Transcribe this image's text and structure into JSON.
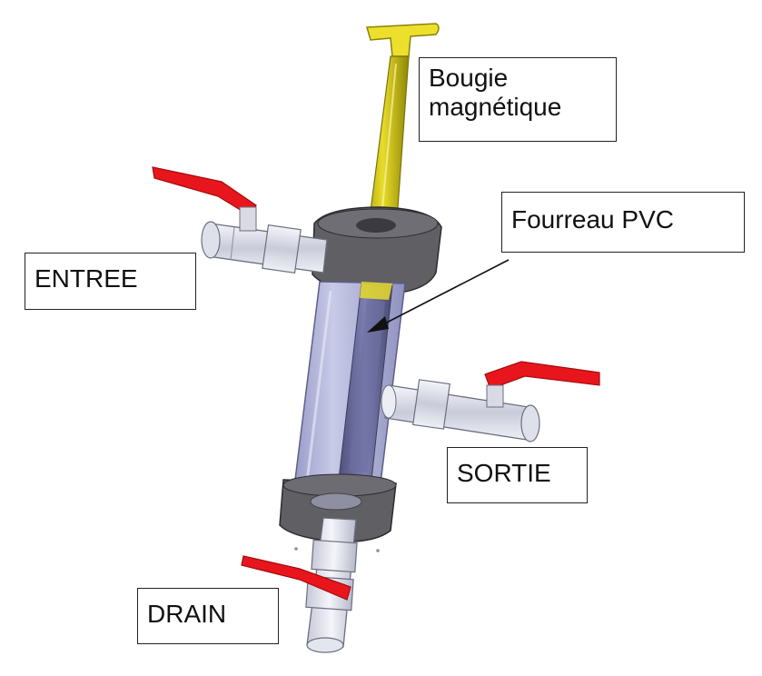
{
  "labels": {
    "magnet_line1": "Bougie",
    "magnet_line2": "magnétique",
    "sleeve": "Fourreau PVC",
    "inlet": "ENTREE",
    "outlet": "SORTIE",
    "drain": "DRAIN"
  },
  "colors": {
    "magnet_yellow": "#e8dc2a",
    "valve_red": "#e8161c",
    "housing_gray": "#5f5f64",
    "cylinder_lavender": "#b9bbe0",
    "fitting_light": "#e6e8f0",
    "arrow": "#111111"
  },
  "icons": [
    "magnetic-rod-icon",
    "valve-handle-icon",
    "pipe-fitting-icon",
    "pointer-arrow-icon"
  ]
}
